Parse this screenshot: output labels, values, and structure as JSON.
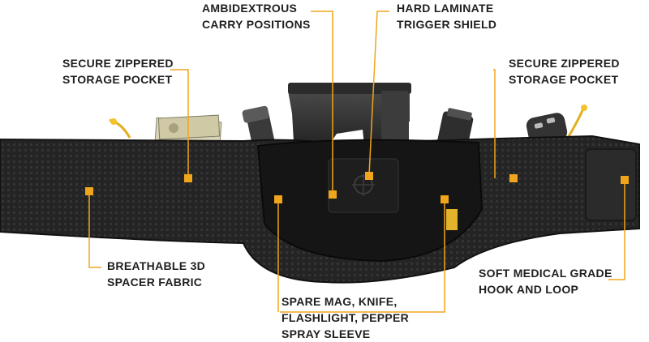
{
  "callouts": {
    "ambidextrous": {
      "line1": "AMBIDEXTROUS",
      "line2": "CARRY POSITIONS"
    },
    "trigger_shield": {
      "line1": "HARD LAMINATE",
      "line2": "TRIGGER SHIELD"
    },
    "pocket_left": {
      "line1": "SECURE ZIPPERED",
      "line2": "STORAGE POCKET"
    },
    "pocket_right": {
      "line1": "SECURE ZIPPERED",
      "line2": "STORAGE POCKET"
    },
    "spacer_fabric": {
      "line1": "BREATHABLE 3D",
      "line2": "SPACER FABRIC"
    },
    "hook_loop": {
      "line1": "SOFT MEDICAL GRADE",
      "line2": "HOOK AND LOOP"
    },
    "sleeve": {
      "line1": "SPARE MAG, KNIFE,",
      "line2": "FLASHLIGHT, PEPPER",
      "line3": "SPRAY SLEEVE"
    }
  },
  "colors": {
    "accent": "#f0a51c",
    "belt": "#1c1c1c",
    "text": "#1f1f1f"
  }
}
